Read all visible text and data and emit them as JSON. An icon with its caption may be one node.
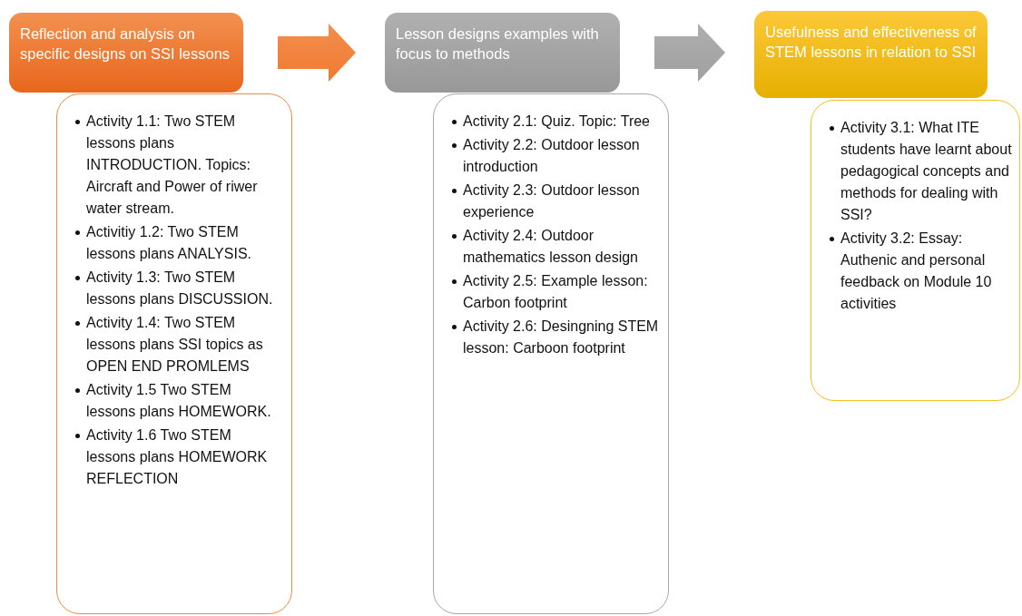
{
  "diagram": {
    "nodes": [
      {
        "text": [
          "Reflection and analysis on specific designs on SSI lessons"
        ]
      },
      {
        "text": [
          "Activity 1.1:  Two STEM lessons plans INTRODUCTION. Topics: Aircraft and Power of riwer water stream.",
          "Activitiy 1.2: Two STEM lessons plans ANALYSIS.",
          "Activity 1.3: Two STEM lessons plans DISCUSSION.",
          "Activity 1.4: Two STEM lessons plans SSI topics as OPEN END PROMLEMS",
          "Activity 1.5 Two STEM lessons plans HOMEWORK.",
          "Activity 1.6 Two STEM lessons plans HOMEWORK REFLECTION"
        ]
      },
      {
        "text": [
          "Lesson designs examples with focus to methods"
        ]
      },
      {
        "text": [
          "Activity 2.1: Quiz. Topic: Tree",
          "Activity 2.2: Outdoor lesson introduction",
          "Activity 2.3: Outdoor lesson experience",
          "Activity 2.4:  Outdoor mathematics lesson design",
          "Activity 2.5: Example lesson: Carbon footprint",
          "Activity 2.6: Desingning STEM lesson: Carboon footprint"
        ]
      },
      {
        "text": [
          "Usefulness and effectiveness of STEM lessons in relation to SSI"
        ]
      },
      {
        "text": [
          "Activity 3.1: What ITE students have learnt about pedagogical concepts and methods for dealing with SSI?",
          "Activity 3.2: Essay: Authenic and personal feedback on Module 10 activities"
        ]
      }
    ],
    "edges": [
      {
        "from": 0,
        "to": 2,
        "arrow": "to",
        "style": "thick",
        "color": "#f07a30"
      },
      {
        "from": 2,
        "to": 4,
        "arrow": "to",
        "style": "thick",
        "color": "#a0a0a0"
      }
    ]
  }
}
